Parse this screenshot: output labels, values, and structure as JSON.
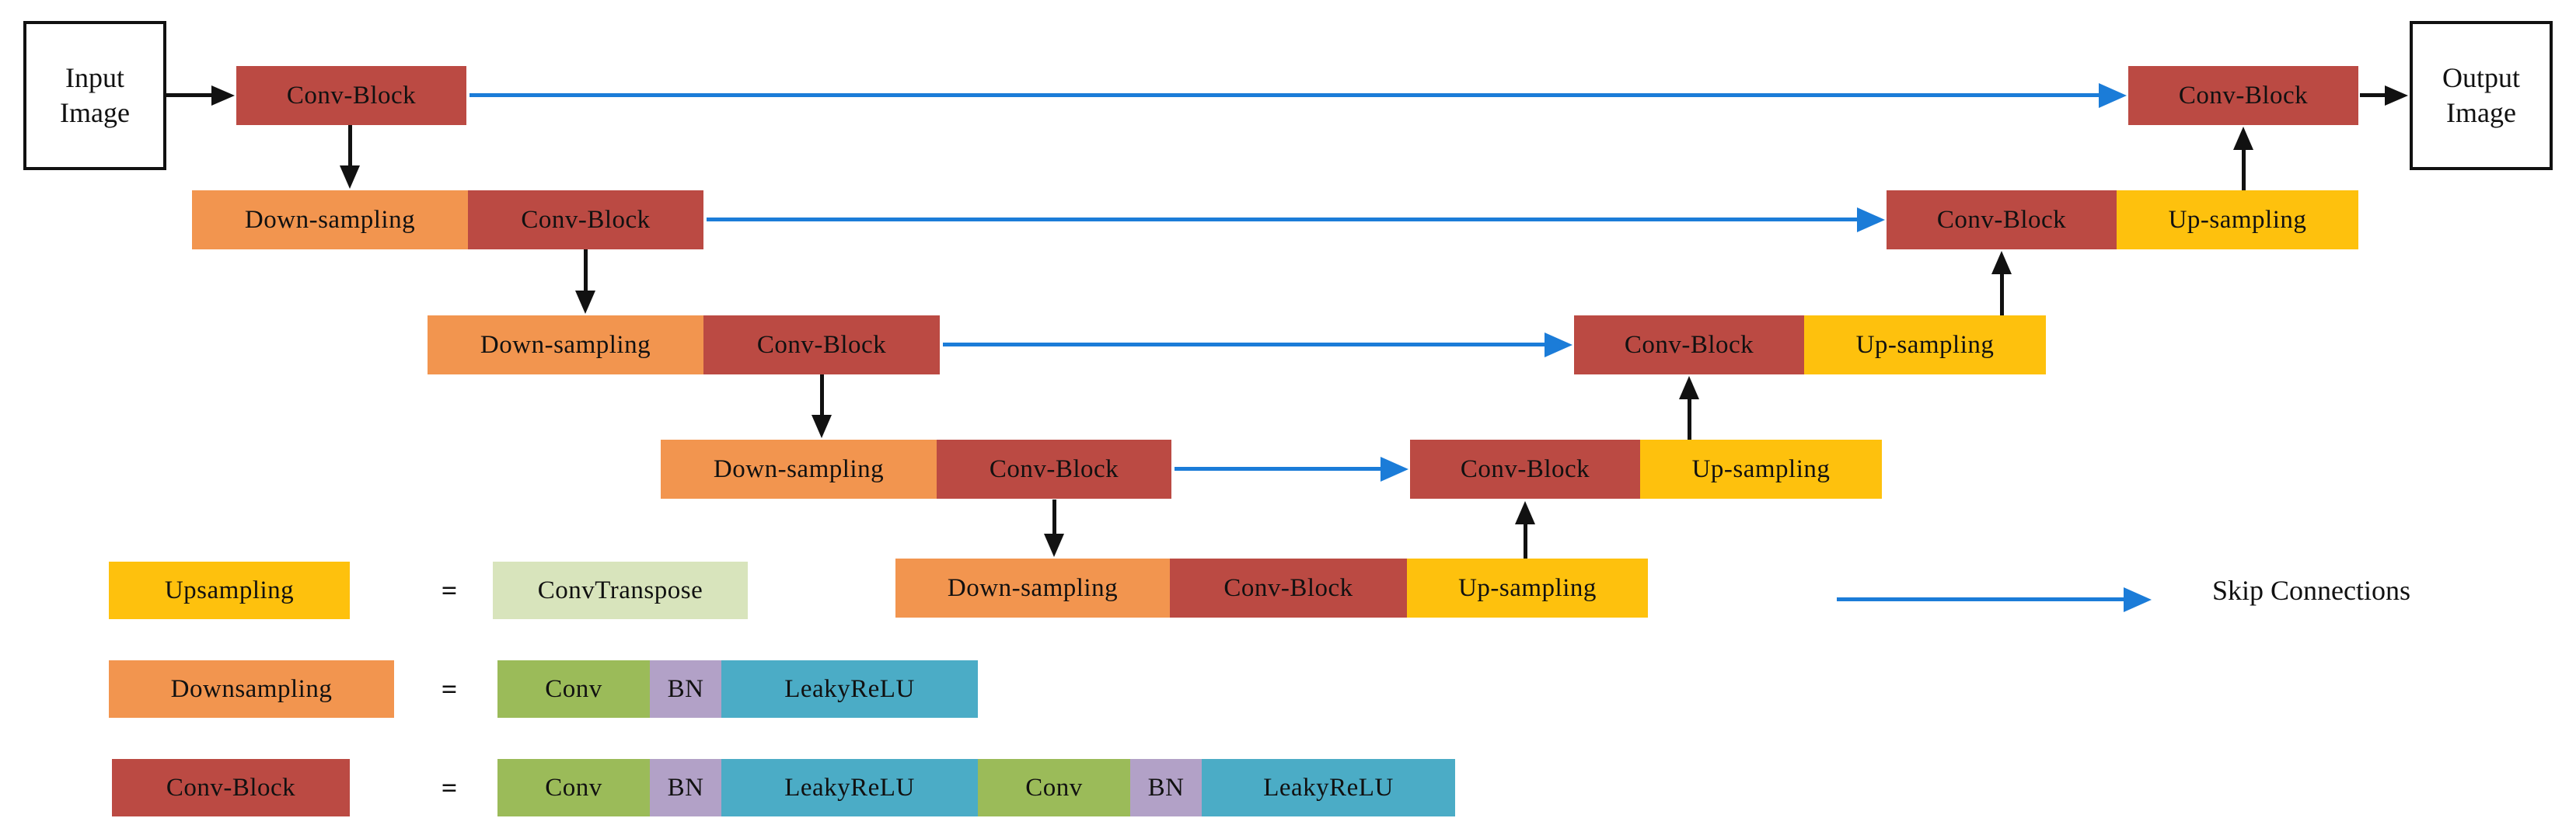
{
  "labels": {
    "input_image": "Input Image",
    "output_image": "Output Image",
    "conv_block": "Conv-Block",
    "down_sampling": "Down-sampling",
    "up_sampling": "Up-sampling"
  },
  "legend": {
    "equals_sign": "=",
    "upsampling": {
      "term": "Upsampling",
      "definition": [
        "ConvTranspose"
      ]
    },
    "downsampling": {
      "term": "Downsampling",
      "definition": [
        "Conv",
        "BN",
        "LeakyReLU"
      ]
    },
    "conv_block": {
      "term": "Conv-Block",
      "definition": [
        "Conv",
        "BN",
        "LeakyReLU",
        "Conv",
        "BN",
        "LeakyReLU"
      ]
    },
    "skip_connections": "Skip Connections"
  },
  "colors": {
    "conv_block": "#BB4A43",
    "down_sampling": "#F2954F",
    "up_sampling": "#FEC10D",
    "conv_transpose": "#D8E4BC",
    "conv": "#9BBB59",
    "bn": "#B2A1C7",
    "leaky_relu": "#4BACC6",
    "skip_arrow": "#1B7CD8",
    "flow_arrow": "#111111"
  }
}
